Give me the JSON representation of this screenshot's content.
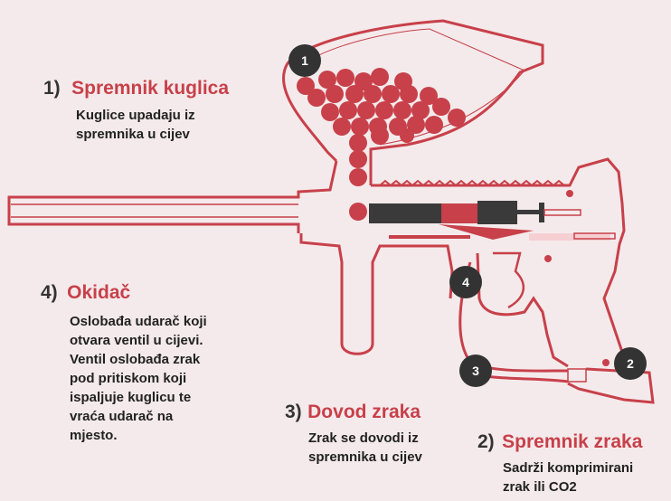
{
  "colors": {
    "background": "#f4eaeb",
    "accent": "#c8404a",
    "dark": "#333333"
  },
  "callouts": [
    {
      "number": "1)",
      "title": "Spremnik kuglica",
      "lines": [
        "Kuglice upadaju iz",
        "spremnika u cijev"
      ]
    },
    {
      "number": "2)",
      "title": "Spremnik zraka",
      "lines": [
        "Sadrži komprimirani",
        "zrak ili CO2"
      ]
    },
    {
      "number": "3)",
      "title": "Dovod zraka",
      "lines": [
        "Zrak se dovodi iz",
        "spremnika u cijev"
      ]
    },
    {
      "number": "4)",
      "title": "Okidač",
      "lines": [
        "Oslobađa udarač koji",
        "otvara ventil u cijevi.",
        "Ventil oslobađa zrak",
        "pod pritiskom koji",
        "ispaljuje kuglicu te",
        "vraća udarač na",
        "mjesto."
      ]
    }
  ],
  "badges": [
    "1",
    "2",
    "3",
    "4"
  ]
}
